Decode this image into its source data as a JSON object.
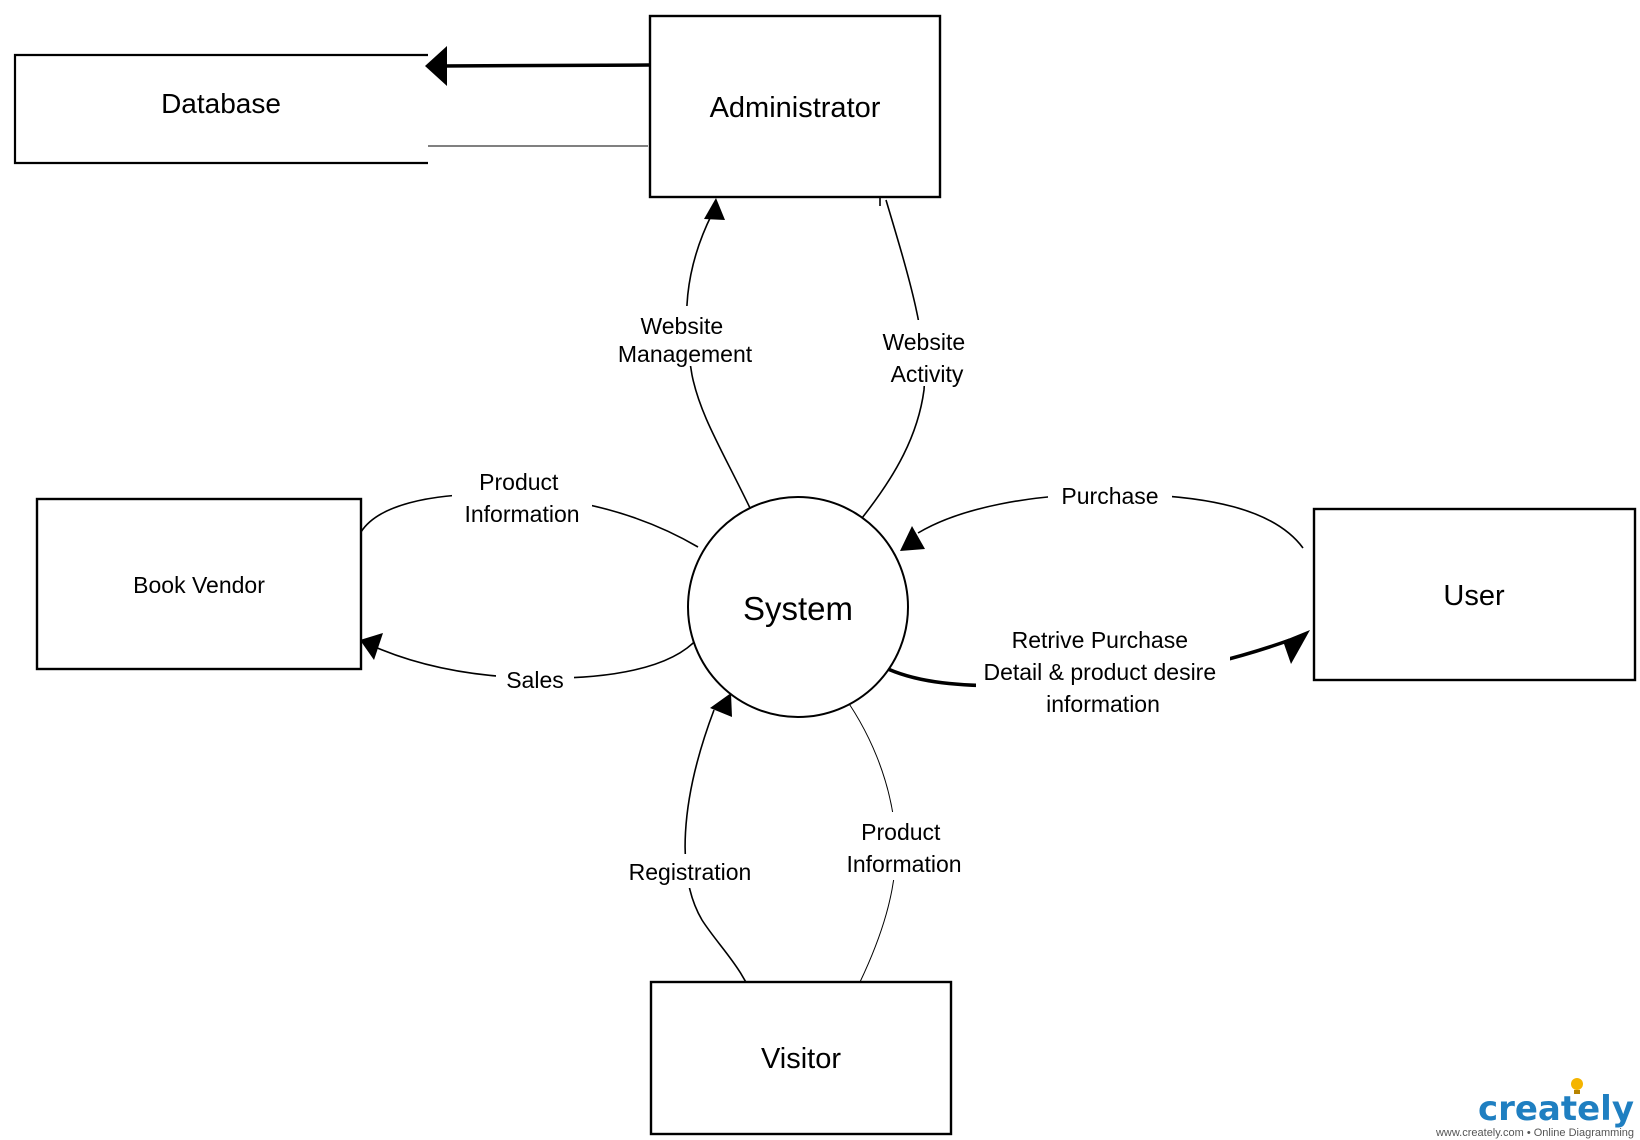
{
  "nodes": {
    "database": "Database",
    "administrator": "Administrator",
    "book_vendor": "Book Vendor",
    "system": "System",
    "user": "User",
    "visitor": "Visitor"
  },
  "flows": {
    "website_management": [
      "Website",
      "Management"
    ],
    "website_activity": [
      "Website",
      "Activity"
    ],
    "product_information_vendor": [
      "Product",
      "Information"
    ],
    "sales": [
      "Sales"
    ],
    "purchase": [
      "Purchase"
    ],
    "retrive_purchase": [
      "Retrive Purchase",
      "Detail & product desire",
      "information"
    ],
    "registration": [
      "Registration"
    ],
    "product_information_visitor": [
      "Product",
      "Information"
    ]
  },
  "watermark": {
    "brand": "creately",
    "tagline": "www.creately.com • Online Diagramming",
    "brand_color": "#1f7fc1",
    "bulb_color": "#f4b400"
  }
}
